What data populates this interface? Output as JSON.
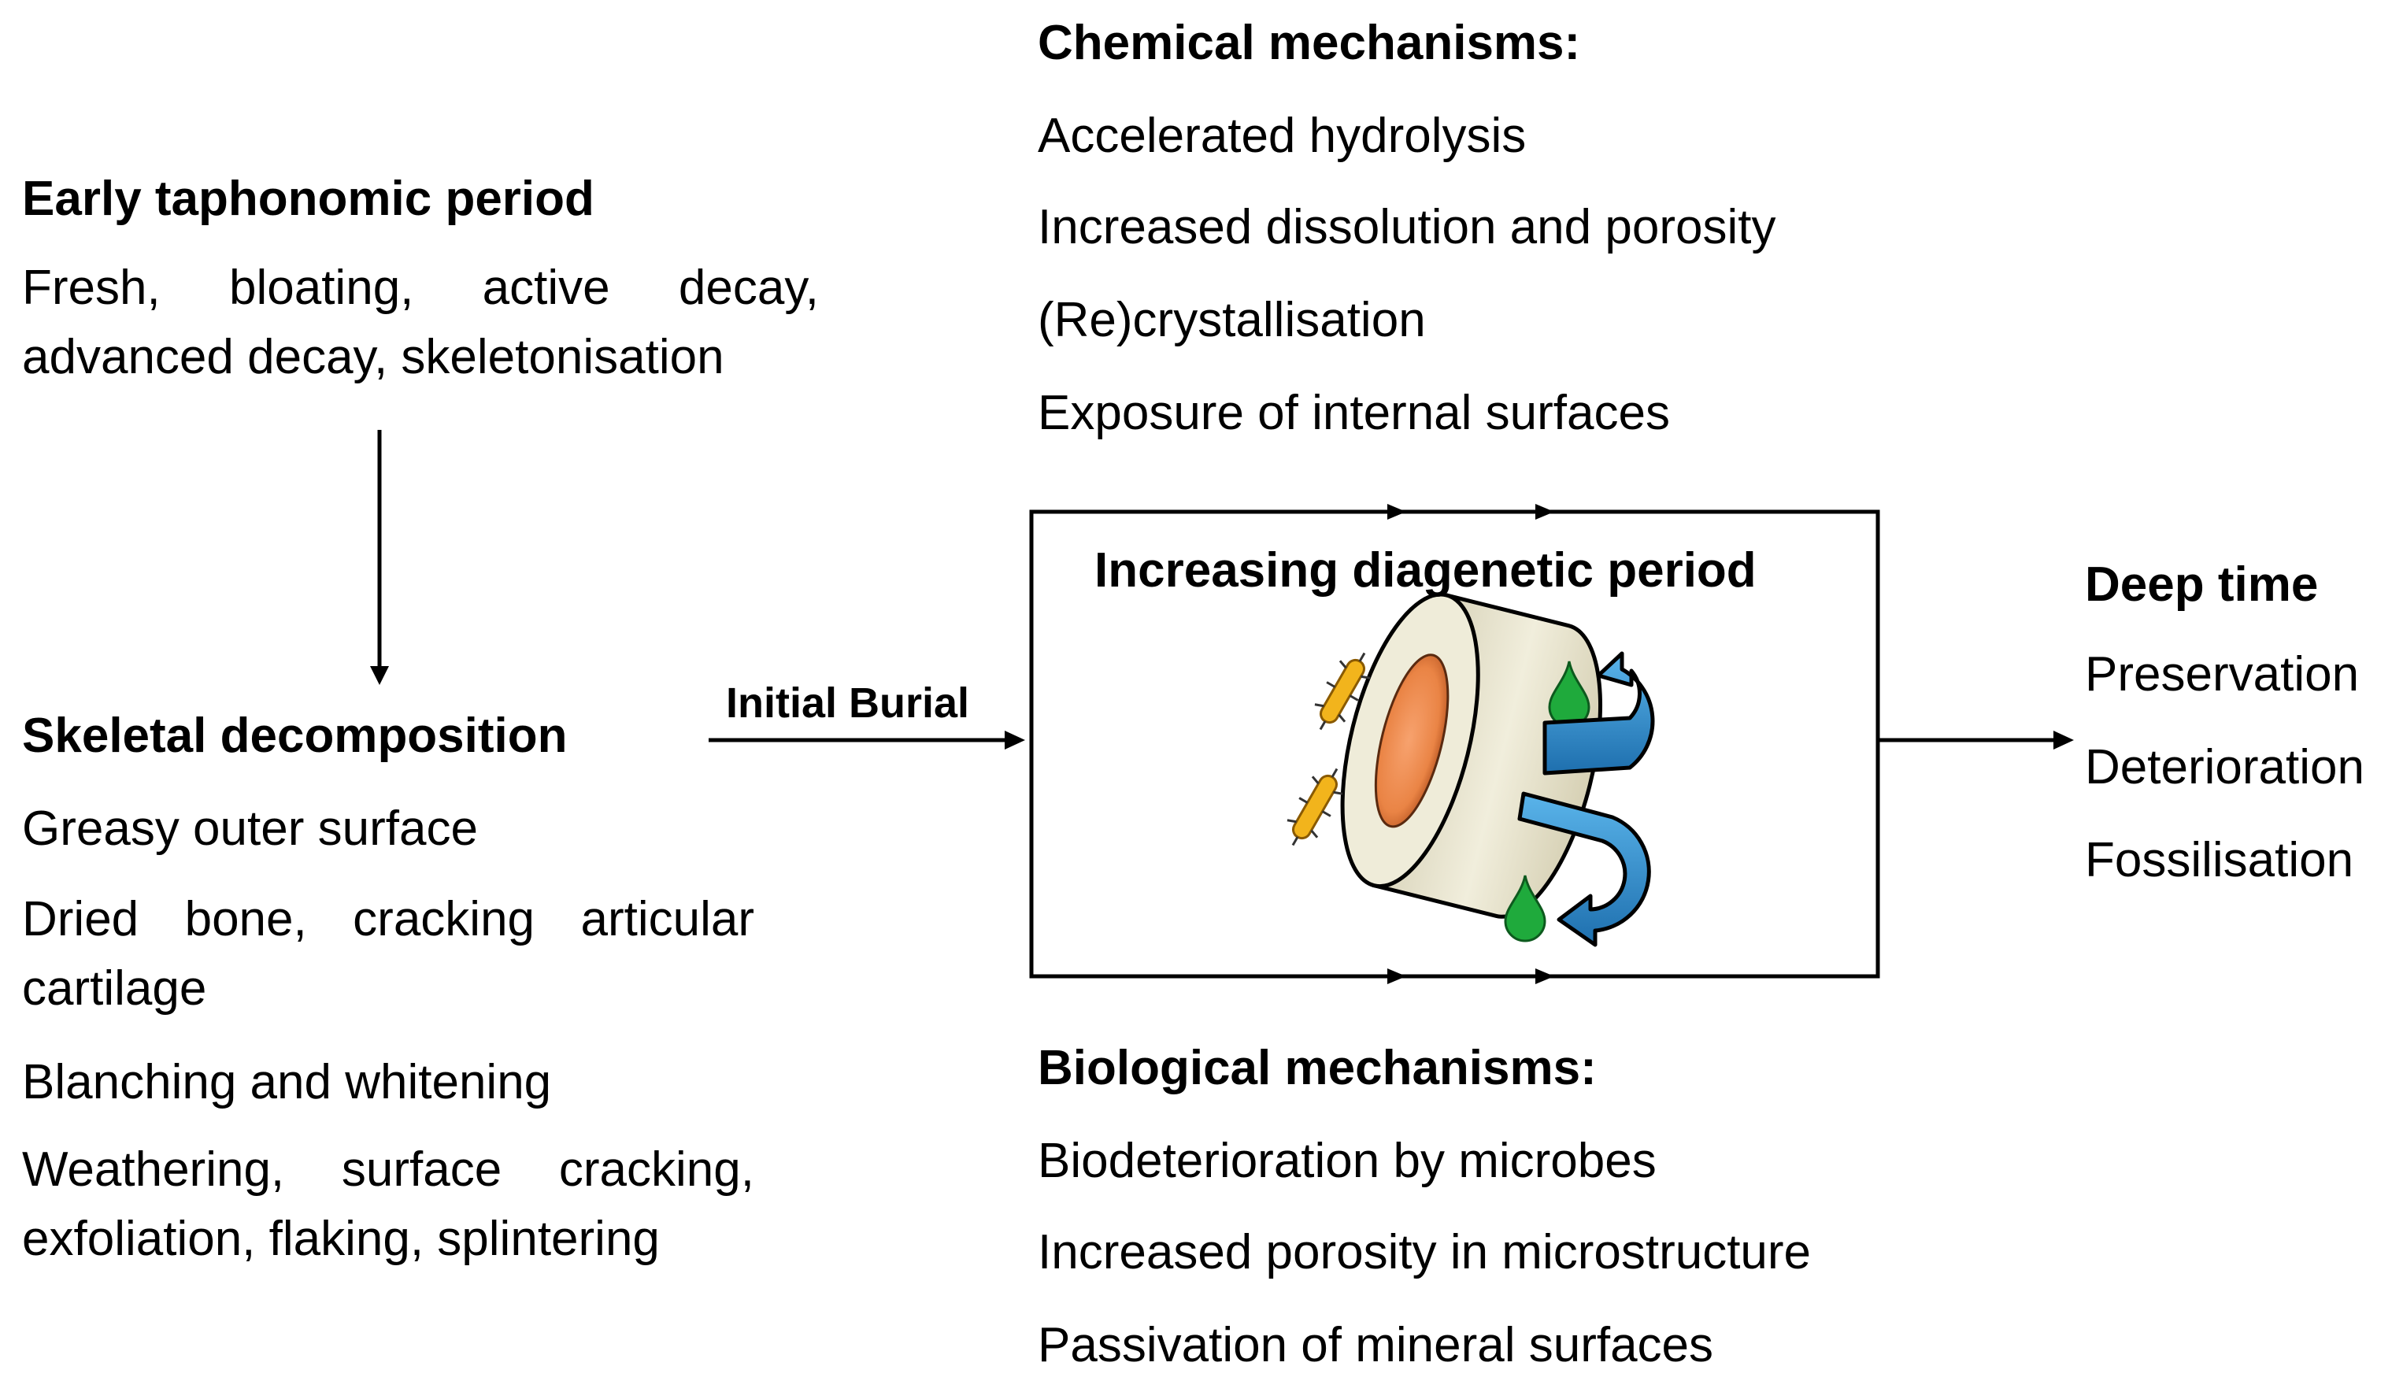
{
  "early": {
    "heading": "Early taphonomic period",
    "text": "Fresh, bloating, active decay, advanced decay, skeletonisation"
  },
  "skeletal": {
    "heading": "Skeletal decomposition",
    "items": [
      "Greasy outer surface",
      "Dried bone, cracking articular cartilage",
      "Blanching and whitening",
      "Weathering, surface cracking, exfoliation, flaking, splintering"
    ]
  },
  "burial_label": "Initial Burial",
  "chemical": {
    "heading": "Chemical mechanisms:",
    "items": [
      "Accelerated hydrolysis",
      "Increased dissolution and porosity",
      "(Re)crystallisation",
      "Exposure of internal surfaces"
    ]
  },
  "diagenetic": {
    "title": "Increasing diagenetic period"
  },
  "biological": {
    "heading": "Biological mechanisms:",
    "items": [
      "Biodeterioration by microbes",
      "Increased porosity in microstructure",
      "Passivation of mineral surfaces"
    ]
  },
  "deep_time": {
    "heading": "Deep time",
    "items": [
      "Preservation",
      "Deterioration",
      "Fossilisation"
    ]
  },
  "colors": {
    "bone_outer": "#ebe7d2",
    "marrow": "#ef8a4f",
    "water_drop": "#1faa3c",
    "water_arrow": "#2a8fd0",
    "microbe": "#f2b41c"
  },
  "icons": [
    "bone-section-icon",
    "microbe-icon",
    "water-drop-icon",
    "water-flow-arrow-icon"
  ]
}
